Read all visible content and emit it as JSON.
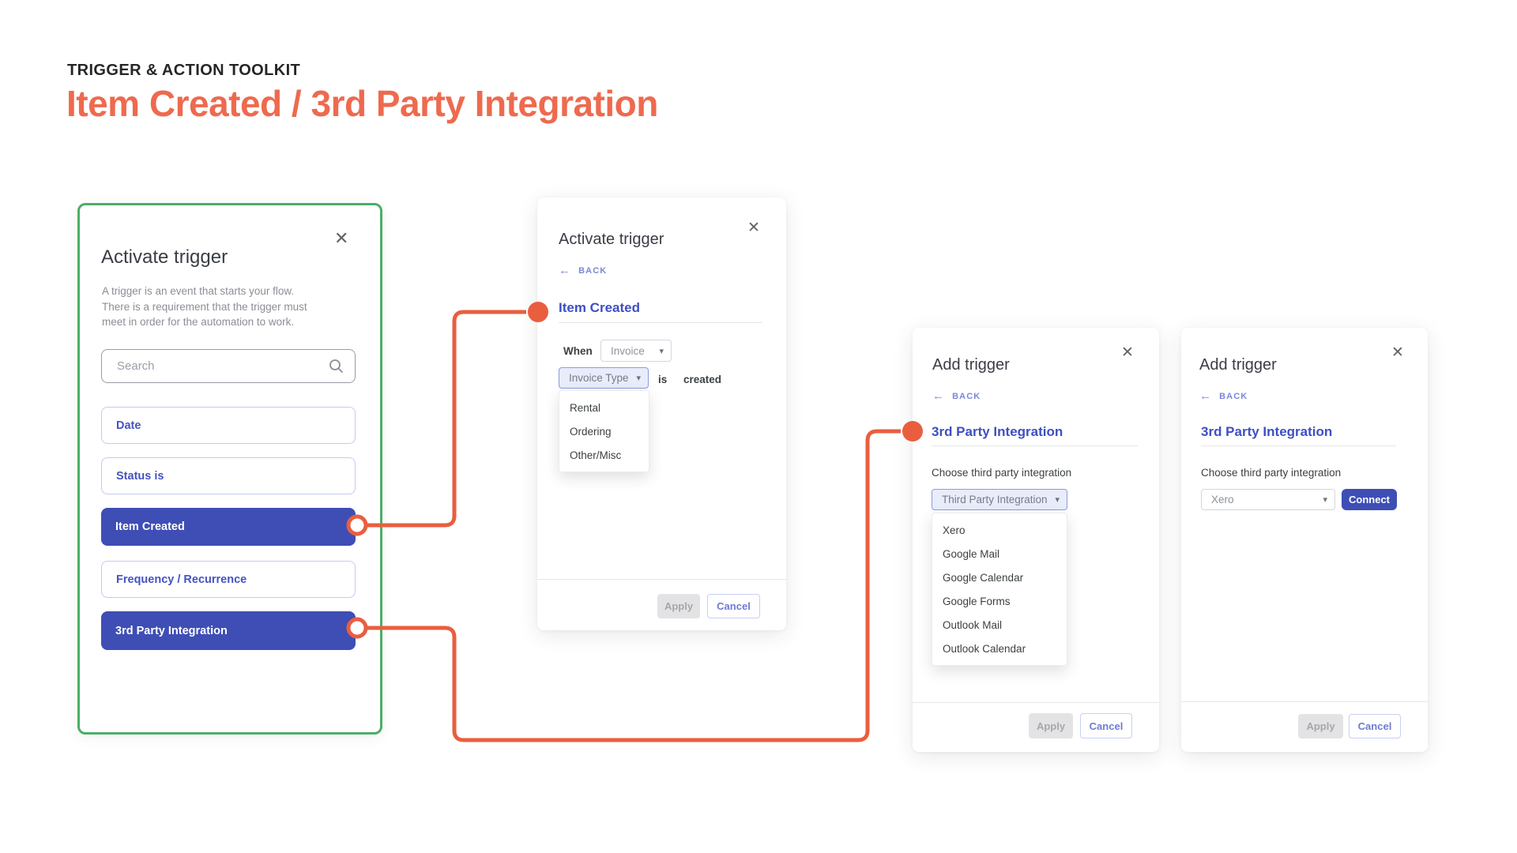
{
  "page": {
    "eyebrow": "TRIGGER & ACTION TOOLKIT",
    "title": "Item Created / 3rd Party Integration"
  },
  "colors": {
    "accent_orange_title": "#EE6A4E",
    "connector_orange": "#E95E3F",
    "indigo_fill": "#3E4EB5",
    "heading_blue": "#3D4FC4",
    "green_border": "#4CAE67",
    "disabled_gray": "#E3E3E5"
  },
  "icons": {
    "close": "✕",
    "back_arrow": "←",
    "caret_down": "▾",
    "search": "search-icon"
  },
  "modal1": {
    "title": "Activate trigger",
    "description": "A trigger is an event that starts your flow. There is a requirement that the trigger must meet in order for the automation to work.",
    "search_placeholder": "Search",
    "items": [
      {
        "label": "Date",
        "selected": false
      },
      {
        "label": "Status is",
        "selected": false
      },
      {
        "label": "Item Created",
        "selected": true
      },
      {
        "label": "Frequency / Recurrence",
        "selected": false
      },
      {
        "label": "3rd Party Integration",
        "selected": true
      }
    ]
  },
  "modal2": {
    "title": "Activate trigger",
    "back_label": "BACK",
    "heading": "Item Created",
    "when_label": "When",
    "entity_select_value": "Invoice",
    "type_select_value": "Invoice Type",
    "is_label": "is",
    "created_label": "created",
    "dropdown_options": [
      "Rental",
      "Ordering",
      "Other/Misc"
    ],
    "apply_label": "Apply",
    "cancel_label": "Cancel"
  },
  "modal3": {
    "title": "Add trigger",
    "back_label": "BACK",
    "heading": "3rd Party Integration",
    "choose_label": "Choose third party integration",
    "select_value": "Third Party Integration",
    "dropdown_options": [
      "Xero",
      "Google Mail",
      "Google Calendar",
      "Google Forms",
      "Outlook Mail",
      "Outlook Calendar"
    ],
    "apply_label": "Apply",
    "cancel_label": "Cancel"
  },
  "modal4": {
    "title": "Add trigger",
    "back_label": "BACK",
    "heading": "3rd Party Integration",
    "choose_label": "Choose third party integration",
    "select_value": "Xero",
    "connect_label": "Connect",
    "apply_label": "Apply",
    "cancel_label": "Cancel"
  }
}
